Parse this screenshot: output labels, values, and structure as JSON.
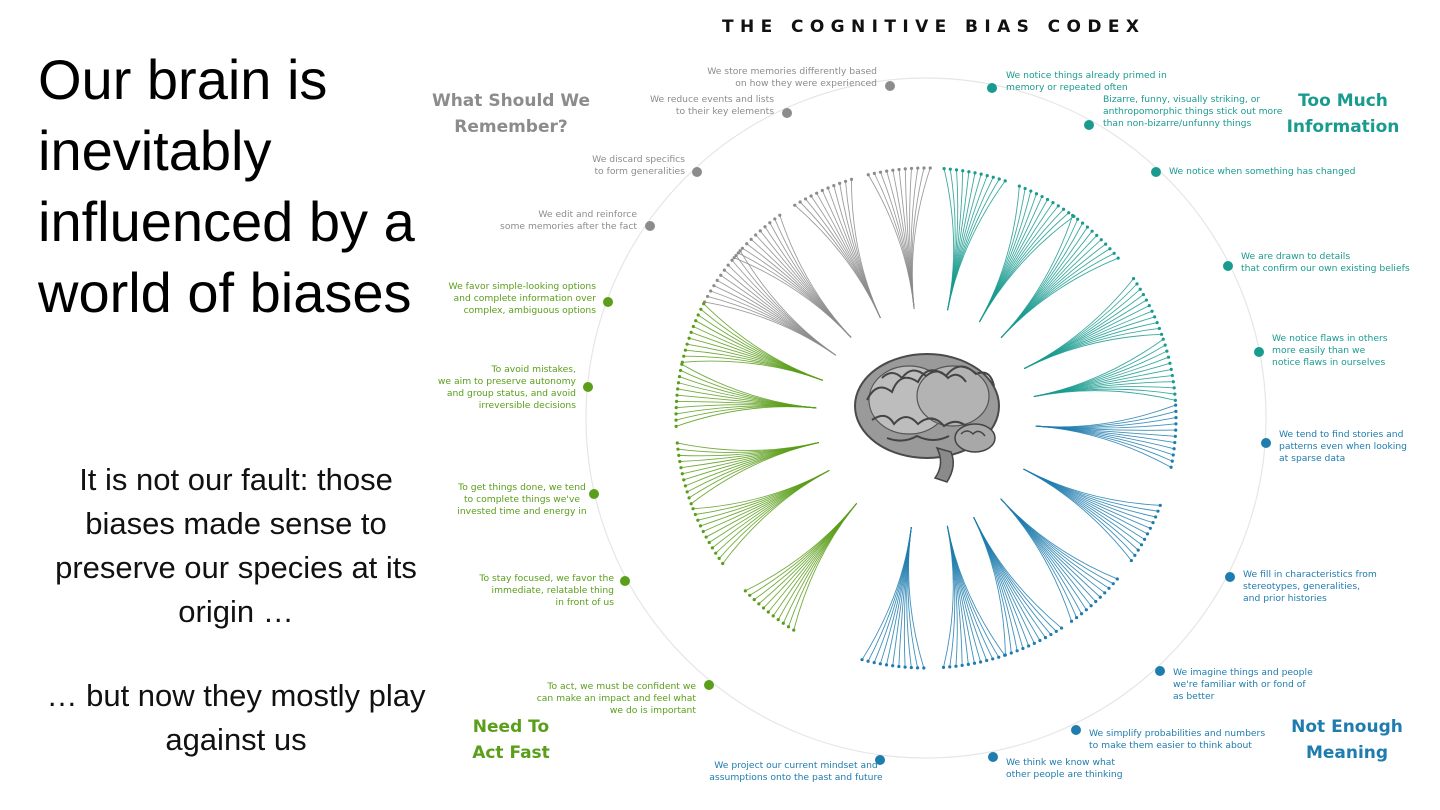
{
  "headline": "Our brain is inevitably influenced by a world of biases",
  "subtext1": "It is not our fault: those biases made sense to preserve our species at its origin …",
  "subtext2": "… but now they mostly play against us",
  "codex_title": "THE COGNITIVE BIAS CODEX",
  "corners": {
    "top_left": "What Should We\nRemember?",
    "top_right": "Too Much\nInformation",
    "bottom_left": "Need To\nAct Fast",
    "bottom_right": "Not Enough\nMeaning"
  },
  "colors": {
    "gray": "#8c8c8c",
    "teal": "#1a9b8f",
    "green": "#5a9e1a",
    "blue": "#1f7cae"
  },
  "categories": [
    {
      "id": "store-memories",
      "text": "We store memories differently based\non how they were experienced",
      "color": "gray"
    },
    {
      "id": "reduce-events",
      "text": "We reduce events and lists\nto their key elements",
      "color": "gray"
    },
    {
      "id": "discard-specifics",
      "text": "We discard specifics\nto form generalities",
      "color": "gray"
    },
    {
      "id": "edit-reinforce",
      "text": "We edit and reinforce\nsome memories after the fact",
      "color": "gray"
    },
    {
      "id": "simple-options",
      "text": "We favor simple-looking options\nand complete information over\ncomplex, ambiguous options",
      "color": "green"
    },
    {
      "id": "avoid-mistakes",
      "text": "To avoid mistakes,\nwe aim to preserve autonomy\nand group status, and avoid\nirreversible decisions",
      "color": "green"
    },
    {
      "id": "get-things-done",
      "text": "To get things done, we tend\nto complete things we've\ninvested time and energy in",
      "color": "green"
    },
    {
      "id": "stay-focused",
      "text": "To stay focused, we favor the\nimmediate, relatable thing\nin front of us",
      "color": "green"
    },
    {
      "id": "act-confident",
      "text": "To act, we must be confident we\ncan make an impact and feel what\nwe do is important",
      "color": "green"
    },
    {
      "id": "project-mindset",
      "text": "We project our current mindset and\nassumptions onto the past and future",
      "color": "blue"
    },
    {
      "id": "know-thinking",
      "text": "We think we know what\nother people are thinking",
      "color": "blue"
    },
    {
      "id": "simplify-probabilities",
      "text": "We simplify probabilities and numbers\nto make them easier to think about",
      "color": "blue"
    },
    {
      "id": "imagine-things",
      "text": "We imagine things and people\nwe're familiar with or fond of\nas better",
      "color": "blue"
    },
    {
      "id": "fill-characteristics",
      "text": "We fill in characteristics from\nstereotypes, generalities,\nand prior histories",
      "color": "blue"
    },
    {
      "id": "find-stories",
      "text": "We tend to find stories and\npatterns even when looking\nat sparse data",
      "color": "blue"
    },
    {
      "id": "notice-flaws",
      "text": "We notice flaws in others\nmore easily than we\nnotice flaws in ourselves",
      "color": "teal"
    },
    {
      "id": "drawn-details",
      "text": "We are drawn to details\nthat confirm our own existing beliefs",
      "color": "teal"
    },
    {
      "id": "notice-change",
      "text": "We notice when something has changed",
      "color": "teal"
    },
    {
      "id": "bizarre-funny",
      "text": "Bizarre, funny, visually striking, or\nanthropomorphic things stick out more\nthan non-bizarre/unfunny things",
      "color": "teal"
    },
    {
      "id": "notice-primed",
      "text": "We notice things already primed in\nmemory or repeated often",
      "color": "teal"
    }
  ]
}
